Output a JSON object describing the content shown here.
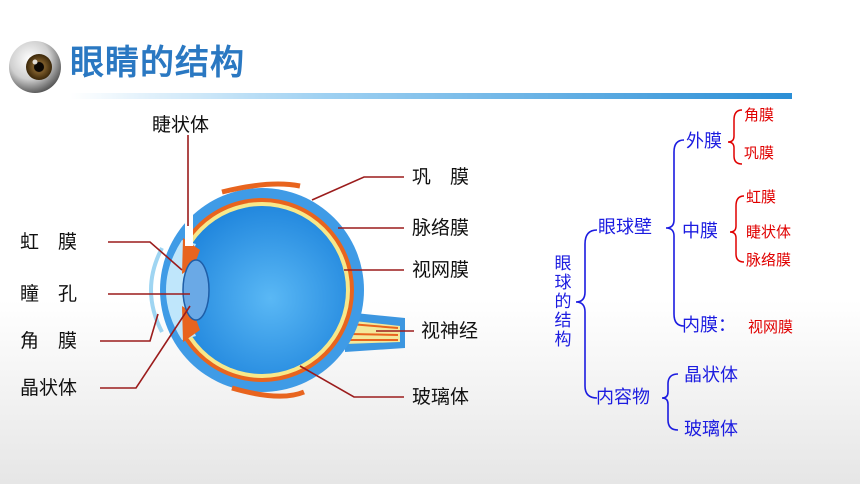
{
  "title": "眼睛的结构",
  "colors": {
    "title": "#2a78c2",
    "tree_blue": "#1c1ce0",
    "tree_red": "#e00000",
    "eye_blue": "#2f8fe0",
    "sclera_orange": "#e8641e"
  },
  "labels": {
    "ciliary_body": "睫状体",
    "iris": "虹　膜",
    "pupil": "瞳　孔",
    "cornea": "角　膜",
    "lens": "晶状体",
    "sclera": "巩　膜",
    "choroid": "脉络膜",
    "retina": "视网膜",
    "optic_nerve": "视神经",
    "vitreous": "玻璃体"
  },
  "tree": {
    "root": "眼球的结构",
    "wall": {
      "label": "眼球壁",
      "outer": {
        "label": "外膜",
        "items": [
          "角膜",
          "巩膜"
        ]
      },
      "middle": {
        "label": "中膜",
        "items": [
          "虹膜",
          "睫状体",
          "脉络膜"
        ]
      },
      "inner": {
        "label": "内膜：",
        "item": "视网膜"
      }
    },
    "contents": {
      "label": "内容物",
      "items": [
        "晶状体",
        "玻璃体"
      ]
    }
  }
}
